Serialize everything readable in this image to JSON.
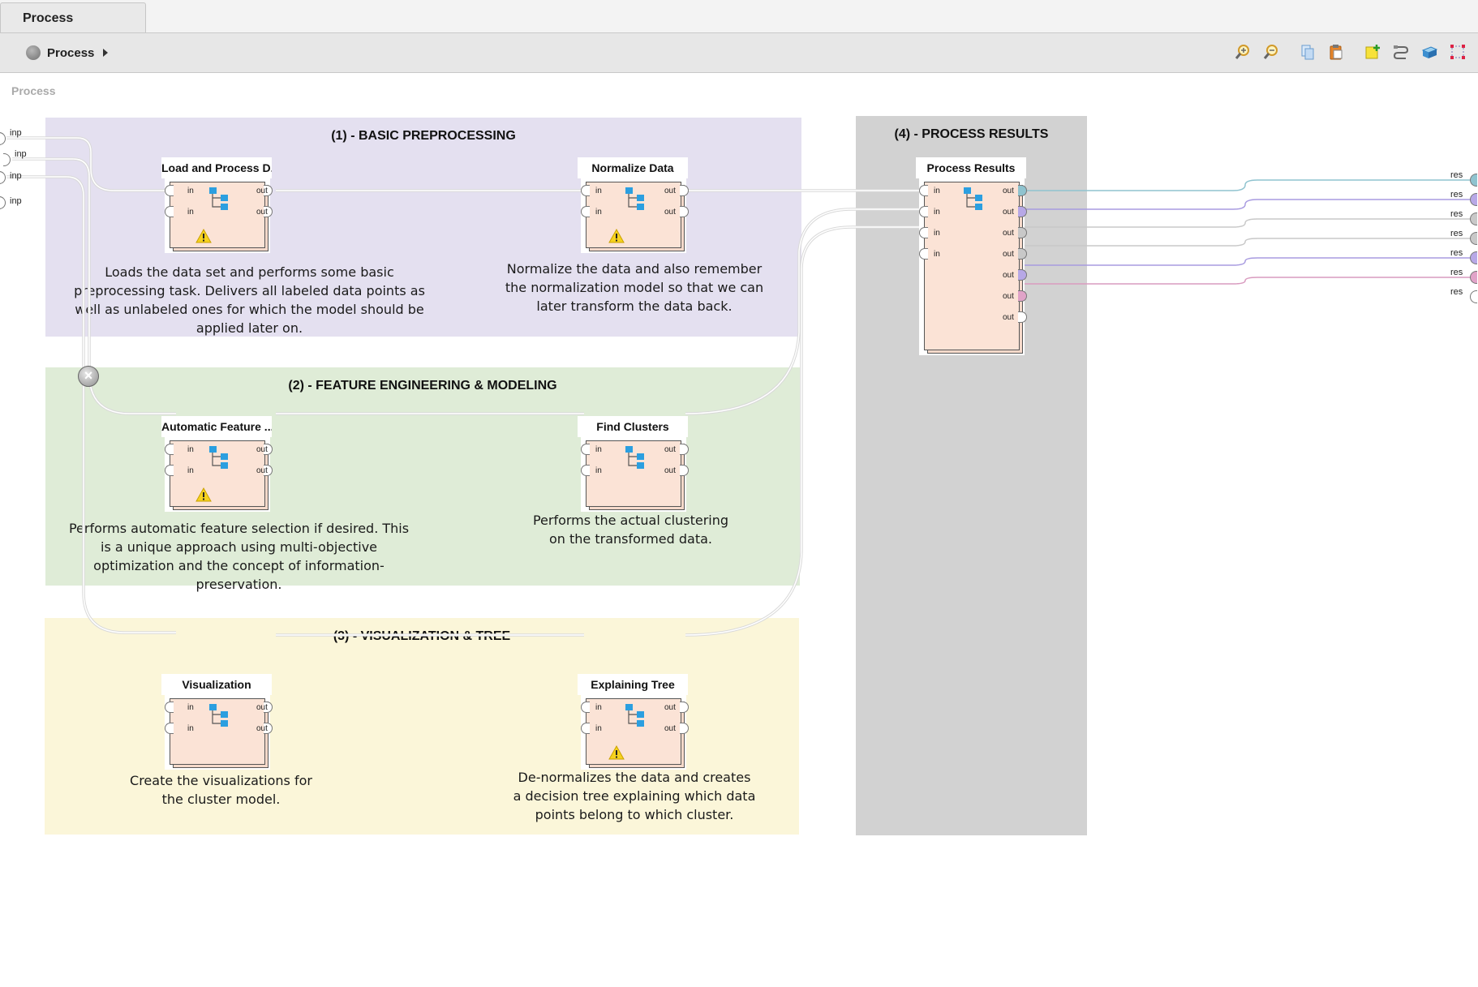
{
  "tab": {
    "label": "Process"
  },
  "breadcrumb": {
    "label": "Process"
  },
  "toolbar_icons": [
    "zoom-in-icon",
    "zoom-out-icon",
    "copy-icon",
    "paste-icon",
    "add-note-icon",
    "auto-wire-icon",
    "layers-icon",
    "fit-view-icon"
  ],
  "canvas": {
    "label": "Process"
  },
  "input_ports": [
    "inp",
    "inp",
    "inp",
    "inp"
  ],
  "result_ports": [
    "res",
    "res",
    "res",
    "res",
    "res",
    "res",
    "res"
  ],
  "groups": [
    {
      "title": "(1) - BASIC PREPROCESSING",
      "color": "#e4e0f0"
    },
    {
      "title": "(2) - FEATURE ENGINEERING & MODELING",
      "color": "#dfecd7"
    },
    {
      "title": "(3) - VISUALIZATION & TREE",
      "color": "#fbf6d9"
    },
    {
      "title": "(4) - PROCESS RESULTS",
      "color": "#d2d2d2"
    }
  ],
  "operators": {
    "load": {
      "title": "Load and Process D...",
      "warning": true
    },
    "normalize": {
      "title": "Normalize Data",
      "warning": true
    },
    "auto_feature": {
      "title": "Automatic Feature ...",
      "warning": true
    },
    "find_clusters": {
      "title": "Find Clusters",
      "warning": false
    },
    "visualization": {
      "title": "Visualization",
      "warning": false
    },
    "explaining_tree": {
      "title": "Explaining Tree",
      "warning": true
    },
    "process_results": {
      "title": "Process Results",
      "warning": false
    }
  },
  "port_labels": {
    "in": "in",
    "out": "out"
  },
  "descriptions": {
    "load": "Loads the data set and performs some basic preprocessing task. Delivers all labeled data points as well as unlabeled ones for which the model should be applied later on.",
    "normalize": "Normalize the data and also remember the normalization model so that we can later transform the data back.",
    "auto_feature": "Performs automatic feature selection if desired. This is a unique approach using multi-objective optimization and the concept of information-preservation.",
    "find_clusters": "Performs the actual clustering on the transformed data.",
    "visualization": "Create the visualizations for the cluster model.",
    "explaining_tree": "De-normalizes the data and creates a decision tree explaining which data points belong to which cluster."
  },
  "result_port_colors": [
    "#8fc3cf",
    "#b7a8e6",
    "#c8c8c8",
    "#c8c8c8",
    "#b7a8e6",
    "#e0a3c8",
    "#ffffff"
  ]
}
